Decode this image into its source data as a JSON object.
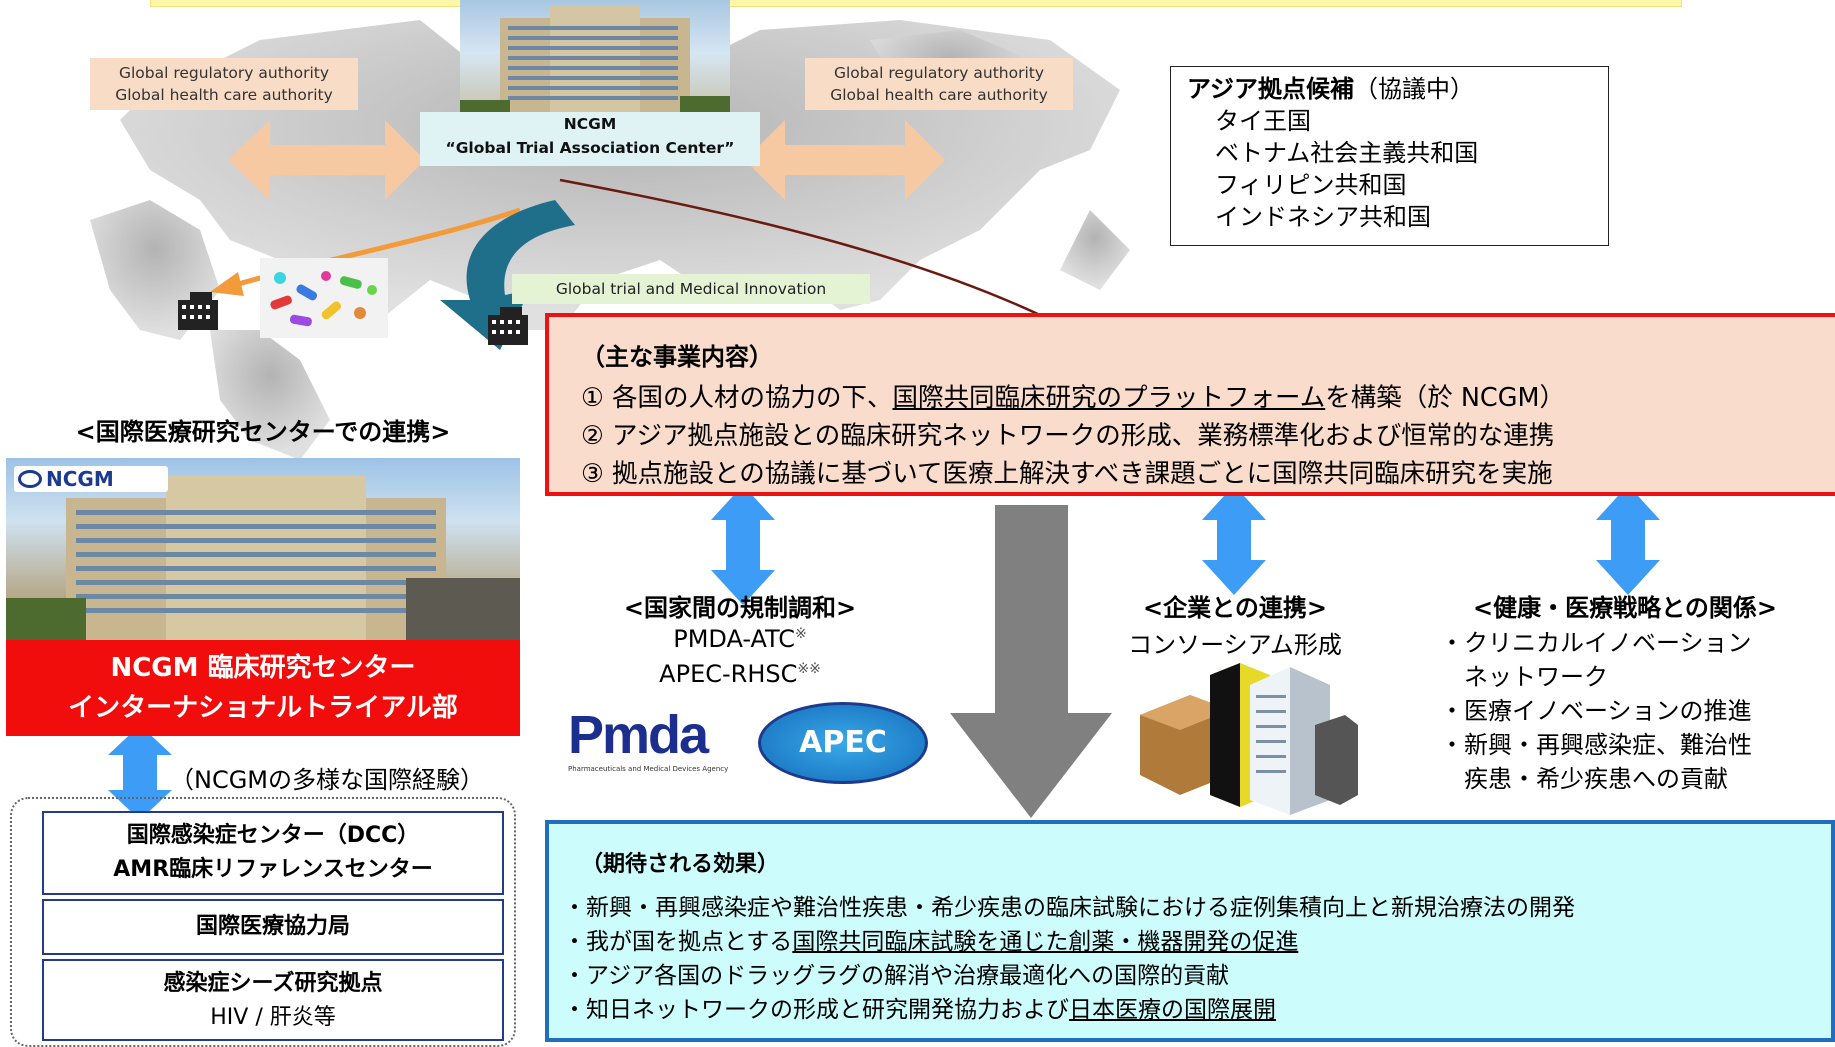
{
  "top_labels": {
    "left_authority": [
      "Global regulatory authority",
      "Global health care authority"
    ],
    "right_authority": [
      "Global regulatory authority",
      "Global health care authority"
    ],
    "ncgm_center": [
      "NCGM",
      "“Global Trial Association Center”"
    ],
    "global_trial": "Global trial and Medical Innovation"
  },
  "asia_candidates": {
    "title": "アジア拠点候補",
    "status": "（協議中）",
    "countries": [
      "タイ王国",
      "ベトナム社会主義共和国",
      "フィリピン共和国",
      "インドネシア共和国"
    ]
  },
  "main_business": {
    "heading": "（主な事業内容）",
    "line1_pre": "① 各国の人材の協力の下、",
    "line1_link": "国際共同臨床研究のプラットフォーム",
    "line1_post": "を構築（於 NCGM）",
    "line2": "② アジア拠点施設との臨床研究ネットワークの形成、業務標準化および恒常的な連携",
    "line3": "③ 拠点施設との協議に基づいて医療上解決すべき課題ごとに国際共同臨床研究を実施"
  },
  "regulatory": {
    "title": "<国家間の規制調和>",
    "items": [
      "PMDA-ATC",
      "APEC-RHSC"
    ],
    "marks": [
      "※",
      "※※"
    ],
    "pmda_logo": "Pmda",
    "pmda_sub": "Pharmaceuticals and Medical Devices Agency",
    "apec_logo": "APEC"
  },
  "industry": {
    "title": "<企業との連携>",
    "text": "コンソーシアム形成"
  },
  "strategy": {
    "title": "<健康・医療戦略との関係>",
    "items": [
      "・クリニカルイノベーション",
      "　ネットワーク",
      "・医療イノベーションの推進",
      "・新興・再興感染症、難治性",
      "　疾患・希少疾患への貢献"
    ]
  },
  "left_panel": {
    "title": "<国際医療研究センターでの連携>",
    "logo": "NCGM",
    "banner": [
      "NCGM 臨床研究センター",
      "インターナショナルトライアル部"
    ],
    "experience": "（NCGMの多様な国際経験）",
    "boxes": [
      {
        "lines": [
          "国際感染症センター（DCC）",
          "AMR臨床リファレンスセンター"
        ]
      },
      {
        "lines": [
          "国際医療協力局"
        ]
      },
      {
        "lines": [
          "感染症シーズ研究拠点",
          "HIV / 肝炎等"
        ]
      }
    ]
  },
  "effects": {
    "heading": "（期待される効果）",
    "line1": "・新興・再興感染症や難治性疾患・希少疾患の臨床試験における症例集積向上と新規治療法の開発",
    "line2_pre": "・我が国を拠点とする",
    "line2_link": "国際共同臨床試験を通じた創薬・機器開発の促進",
    "line3": "・アジア各国のドラッグラグの解消や治療最適化への国際的貢献",
    "line4_pre": "・知日ネットワークの形成と研究開発協力および",
    "line4_link": "日本医療の国際展開"
  },
  "colors": {
    "main_border": "#ee1111",
    "main_fill": "#f9dccb",
    "effect_border": "#1f6ec0",
    "effect_fill": "#cdfcfc",
    "arrow_blue": "#3d9cf5",
    "arrow_gray": "#808080",
    "banner_red": "#f20d0d"
  }
}
